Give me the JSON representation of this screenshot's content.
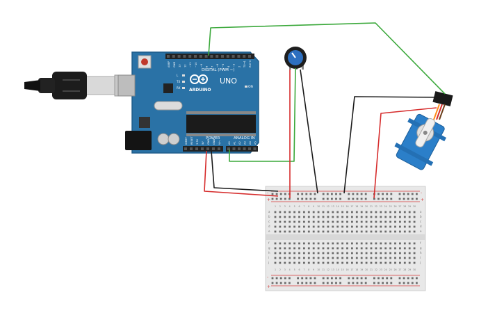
{
  "arduino": {
    "brand": "ARDUINO",
    "model": "UNO",
    "digital_header": "DIGITAL (PWM ~)",
    "power_header": "POWER",
    "analog_header": "ANALOG IN",
    "on_label": "ON",
    "led_labels": [
      "L",
      "TX",
      "RX"
    ],
    "digital_pins": [
      "AREF",
      "GND",
      "13",
      "12",
      "~11",
      "~10",
      "~9",
      "8",
      "7",
      "~6",
      "~5",
      "4",
      "~3",
      "2",
      "TX→1",
      "RX←0"
    ],
    "power_pins": [
      "IOREF",
      "RESET",
      "3.3V",
      "5V",
      "GND",
      "GND",
      "Vin"
    ],
    "analog_pins": [
      "A0",
      "A1",
      "A2",
      "A3",
      "A4",
      "A5"
    ],
    "colors": {
      "board": "#2a72a6",
      "board_dark": "#1f5c8a",
      "header": "#222222"
    }
  },
  "breadboard": {
    "row_letters_top": [
      "a",
      "b",
      "c",
      "d",
      "e"
    ],
    "row_letters_bottom": [
      "f",
      "g",
      "h",
      "i",
      "j"
    ],
    "column_numbers": [
      "1",
      "2",
      "3",
      "4",
      "5",
      "6",
      "7",
      "8",
      "9",
      "10",
      "11",
      "12",
      "13",
      "14",
      "15",
      "16",
      "17",
      "18",
      "19",
      "20",
      "21",
      "22",
      "23",
      "24",
      "25",
      "26",
      "27",
      "28",
      "29",
      "30"
    ],
    "rail_plus": "+",
    "rail_minus": "-"
  },
  "wire_colors": {
    "red": "#d62c2c",
    "black": "#1a1a1a",
    "green": "#3aa83a"
  },
  "icons": [
    "usb-cable-icon",
    "potentiometer-icon",
    "servo-motor-icon"
  ]
}
